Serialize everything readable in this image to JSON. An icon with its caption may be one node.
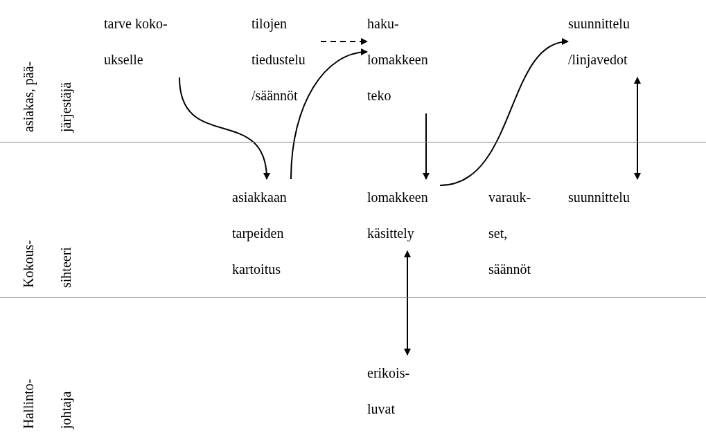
{
  "diagram": {
    "nodes": [
      {
        "text": [
          "asiakas, pää- järjestäjä"
        ]
      },
      {
        "text": [
          "tarve koko- ukselle"
        ],
        "in": 0
      },
      {
        "text": [
          "tilojen tiedustelu /säännöt"
        ],
        "in": 0
      },
      {
        "text": [
          "haku- lomakkeen teko"
        ],
        "in": 0
      },
      {
        "text": [
          "suunnittelu /linjavedot"
        ],
        "in": 0
      },
      {
        "text": [
          "Kokous- sihteeri"
        ]
      },
      {
        "text": [
          "asiakkaan tarpeiden kartoitus"
        ],
        "in": 5
      },
      {
        "text": [
          "lomakkeen käsittely"
        ],
        "in": 5
      },
      {
        "text": [
          "varauk- set, säännöt"
        ],
        "in": 5
      },
      {
        "text": [
          "suunnittelu"
        ],
        "in": 5
      },
      {
        "text": [
          "Hallinto- johtaja"
        ]
      },
      {
        "text": [
          "erikois- luvat"
        ],
        "in": 10
      }
    ],
    "edges": [
      {
        "from": 1,
        "to": 6,
        "arrow": "to"
      },
      {
        "from": 6,
        "to": 3,
        "arrow": "to"
      },
      {
        "from": 2,
        "to": 3,
        "arrow": "to",
        "style": "dashed"
      },
      {
        "from": 3,
        "to": 7,
        "arrow": "to"
      },
      {
        "from": 7,
        "to": 4,
        "arrow": "to"
      },
      {
        "from": 4,
        "to": 9,
        "arrow": "both"
      },
      {
        "from": 7,
        "to": 11,
        "arrow": "both"
      }
    ]
  }
}
